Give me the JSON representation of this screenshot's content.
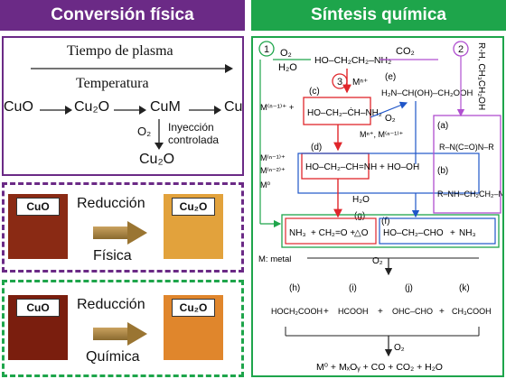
{
  "left_header": "Conversión física",
  "right_header": "Síntesis química",
  "physical": {
    "plasma_time": "Tiempo de plasma",
    "temperature": "Temperatura",
    "cuo": "CuO",
    "cu2o_a": "Cu₂O",
    "cu_m": "CuM",
    "cu": "Cu",
    "o2": "O₂",
    "injection_line1": "Inyección",
    "injection_line2": "controlada",
    "cu2o_b": "Cu₂O"
  },
  "physical_reduction": {
    "from": "CuO",
    "to": "Cu₂O",
    "line1": "Reducción",
    "line2": "Física",
    "colors": {
      "from": "#8a2a14",
      "to": "#e2a23c"
    }
  },
  "chemical_reduction": {
    "from": "CuO",
    "to": "Cu₂O",
    "line1": "Reducción",
    "line2": "Química",
    "colors": {
      "from": "#7a1e0e",
      "to": "#e0862c"
    }
  },
  "chemistry": {
    "n1": "1",
    "n2": "2",
    "n3": "3",
    "o2_top": "O₂",
    "h2o_top": "H₂O",
    "ethanolamine": "HO–CH₂CH₂–NH₂",
    "co2": "CO₂",
    "rh_side": "R-H, CH₃CH₂OH",
    "mn_plus": "Mⁿ⁺",
    "m_n1_plus": "M⁽ⁿ⁻¹⁾⁺ +",
    "c_label": "(c)",
    "e_label": "(e)",
    "d_label": "(d)",
    "a_label": "(a)",
    "b_label": "(b)",
    "g_label": "(g)",
    "f_label": "(f)",
    "o2_mid": "O₂",
    "mid_ions": "Mⁿ⁺, M⁽ⁿ⁻¹⁾⁺",
    "d_left1": "M⁽ⁿ⁻¹⁾⁺",
    "d_left2": "M⁽ⁿ⁻²⁾⁺",
    "d_left3": "M⁰",
    "plus_hooh": "+ HO–OH",
    "h2o_mid": "H₂O",
    "nh3_a": "NH₃",
    "nh3_b": "NH₃",
    "m_metal": "M: metal",
    "o2_low": "O₂",
    "h_label": "(h)",
    "i_label": "(i)",
    "j_label": "(j)",
    "k_label": "(k)",
    "o2_bottom": "O₂",
    "final_products": "M⁰ + MₓOᵧ + CO + CO₂ + H₂O"
  },
  "colors": {
    "purple": "#6b2a86",
    "green": "#1ea54b",
    "red": "#e0262b",
    "blue": "#1f56c8",
    "violet": "#b04fd0"
  }
}
